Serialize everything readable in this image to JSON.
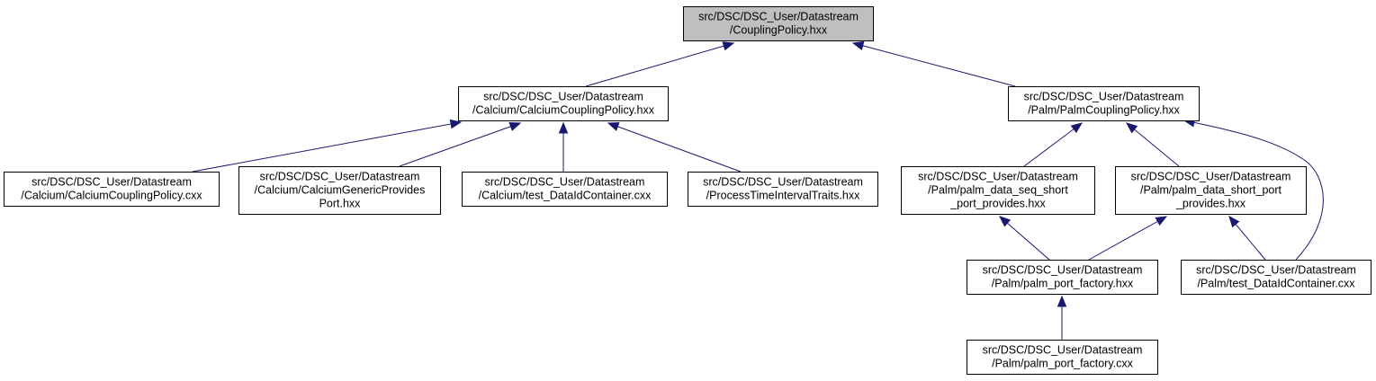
{
  "diagram": {
    "nodes": [
      {
        "id": "coupling_policy",
        "name": "node-coupling-policy-hxx",
        "root": true,
        "lines": [
          "src/DSC/DSC_User/Datastream",
          "/CouplingPolicy.hxx"
        ]
      },
      {
        "id": "calcium_cp_hxx",
        "name": "node-calcium-coupling-policy-hxx",
        "lines": [
          "src/DSC/DSC_User/Datastream",
          "/Calcium/CalciumCouplingPolicy.hxx"
        ]
      },
      {
        "id": "palm_cp_hxx",
        "name": "node-palm-coupling-policy-hxx",
        "lines": [
          "src/DSC/DSC_User/Datastream",
          "/Palm/PalmCouplingPolicy.hxx"
        ]
      },
      {
        "id": "calcium_cp_cxx",
        "name": "node-calcium-coupling-policy-cxx",
        "lines": [
          "src/DSC/DSC_User/Datastream",
          "/Calcium/CalciumCouplingPolicy.cxx"
        ]
      },
      {
        "id": "calcium_gpp",
        "name": "node-calcium-generic-provides-port",
        "lines": [
          "src/DSC/DSC_User/Datastream",
          "/Calcium/CalciumGenericProvides",
          "Port.hxx"
        ]
      },
      {
        "id": "calcium_test",
        "name": "node-calcium-test-dataid-container",
        "lines": [
          "src/DSC/DSC_User/Datastream",
          "/Calcium/test_DataIdContainer.cxx"
        ]
      },
      {
        "id": "process_time",
        "name": "node-process-time-interval-traits",
        "lines": [
          "src/DSC/DSC_User/Datastream",
          "/ProcessTimeIntervalTraits.hxx"
        ]
      },
      {
        "id": "palm_seq",
        "name": "node-palm-data-seq-short-port-provides",
        "lines": [
          "src/DSC/DSC_User/Datastream",
          "/Palm/palm_data_seq_short",
          "_port_provides.hxx"
        ]
      },
      {
        "id": "palm_short",
        "name": "node-palm-data-short-port-provides",
        "lines": [
          "src/DSC/DSC_User/Datastream",
          "/Palm/palm_data_short_port",
          "_provides.hxx"
        ]
      },
      {
        "id": "palm_factory_hxx",
        "name": "node-palm-port-factory-hxx",
        "lines": [
          "src/DSC/DSC_User/Datastream",
          "/Palm/palm_port_factory.hxx"
        ]
      },
      {
        "id": "palm_test",
        "name": "node-palm-test-dataid-container",
        "lines": [
          "src/DSC/DSC_User/Datastream",
          "/Palm/test_DataIdContainer.cxx"
        ]
      },
      {
        "id": "palm_factory_cxx",
        "name": "node-palm-port-factory-cxx",
        "lines": [
          "src/DSC/DSC_User/Datastream",
          "/Palm/palm_port_factory.cxx"
        ]
      }
    ],
    "edges": [
      {
        "from": "calcium_cp_hxx",
        "to": "coupling_policy"
      },
      {
        "from": "palm_cp_hxx",
        "to": "coupling_policy"
      },
      {
        "from": "calcium_cp_cxx",
        "to": "calcium_cp_hxx"
      },
      {
        "from": "calcium_gpp",
        "to": "calcium_cp_hxx"
      },
      {
        "from": "calcium_test",
        "to": "calcium_cp_hxx"
      },
      {
        "from": "process_time",
        "to": "calcium_cp_hxx"
      },
      {
        "from": "palm_seq",
        "to": "palm_cp_hxx"
      },
      {
        "from": "palm_short",
        "to": "palm_cp_hxx"
      },
      {
        "from": "palm_test",
        "to": "palm_cp_hxx"
      },
      {
        "from": "palm_factory_hxx",
        "to": "palm_seq"
      },
      {
        "from": "palm_factory_hxx",
        "to": "palm_short"
      },
      {
        "from": "palm_test",
        "to": "palm_short"
      },
      {
        "from": "palm_factory_cxx",
        "to": "palm_factory_hxx"
      }
    ]
  }
}
